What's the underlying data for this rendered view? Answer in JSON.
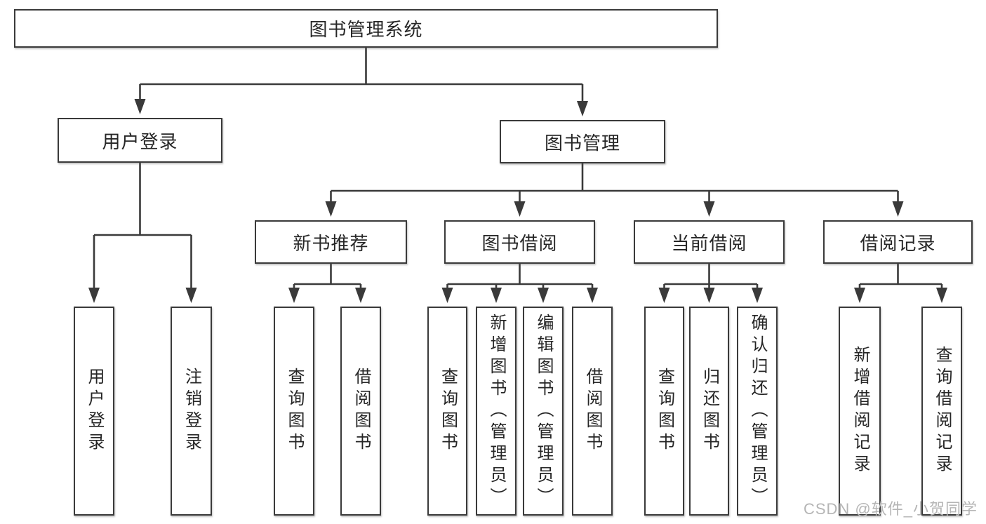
{
  "diagram": {
    "root": {
      "label": "图书管理系统"
    },
    "branches": [
      {
        "label": "用户登录",
        "children": [
          {
            "label": "用户登录"
          },
          {
            "label": "注销登录"
          }
        ]
      },
      {
        "label": "图书管理",
        "children": [
          {
            "label": "新书推荐",
            "children": [
              {
                "label": "查询图书"
              },
              {
                "label": "借阅图书"
              }
            ]
          },
          {
            "label": "图书借阅",
            "children": [
              {
                "label": "查询图书"
              },
              {
                "label": "新增图书（管理员）"
              },
              {
                "label": "编辑图书（管理员）"
              },
              {
                "label": "借阅图书"
              }
            ]
          },
          {
            "label": "当前借阅",
            "children": [
              {
                "label": "查询图书"
              },
              {
                "label": "归还图书"
              },
              {
                "label": "确认归还（管理员）"
              }
            ]
          },
          {
            "label": "借阅记录",
            "children": [
              {
                "label": "新增借阅记录"
              },
              {
                "label": "查询借阅记录"
              }
            ]
          }
        ]
      }
    ]
  },
  "watermark": {
    "text": "CSDN @软件_小贺同学"
  },
  "colors": {
    "line": "#3a3a3a",
    "text": "#262626",
    "watermark": "#b5b5b5",
    "bg": "#ffffff"
  }
}
